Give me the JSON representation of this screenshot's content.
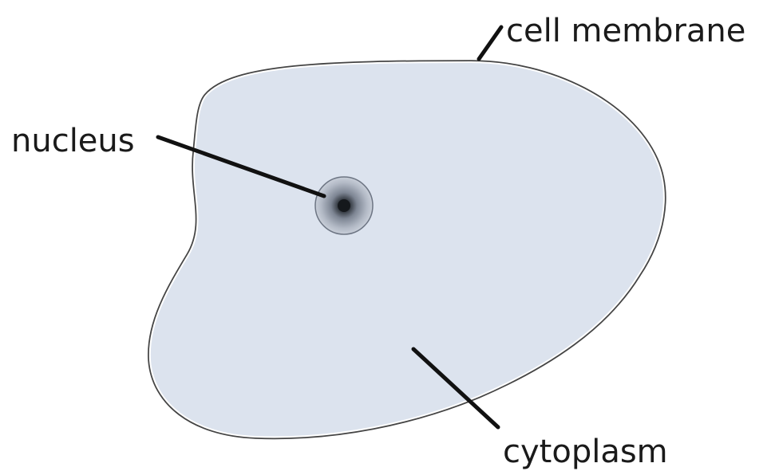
{
  "diagram": {
    "labels": {
      "cell_membrane": "cell membrane",
      "nucleus": "nucleus",
      "cytoplasm": "cytoplasm"
    },
    "colors": {
      "cytoplasm_fill": "#dce3ee",
      "membrane_stroke": "#555555",
      "nucleus_outer": "#aab2bf",
      "nucleus_core": "#1c1f24",
      "leader_line": "#111111"
    }
  }
}
